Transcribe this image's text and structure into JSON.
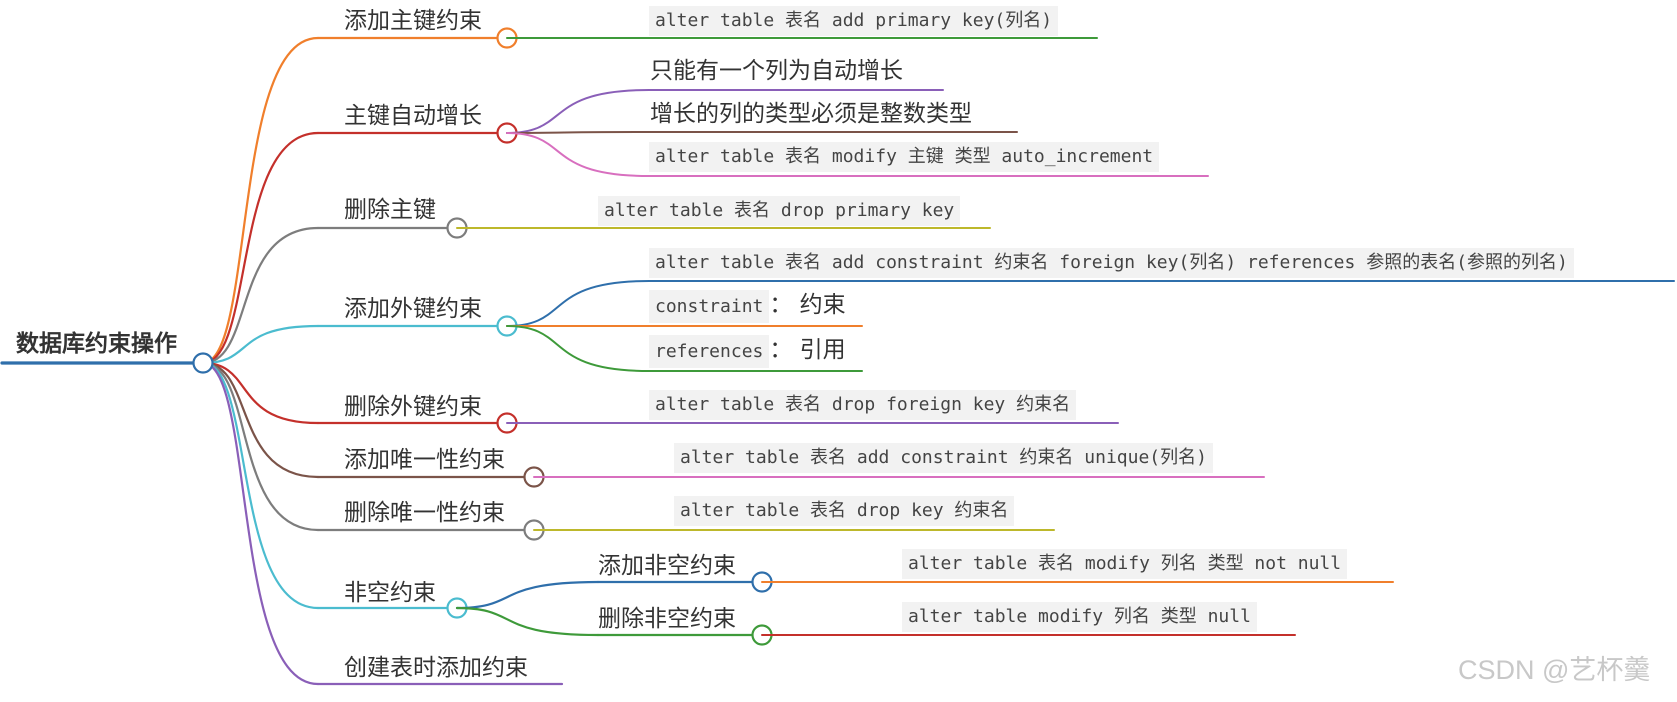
{
  "root": {
    "label": "数据库约束操作",
    "color": "#2f6fab"
  },
  "branches": [
    {
      "label": "添加主键约束",
      "color": "#f07f2c"
    },
    {
      "label": "主键自动增长",
      "color": "#c4302b"
    },
    {
      "label": "删除主键",
      "color": "#7d7d7d"
    },
    {
      "label": "添加外键约束",
      "color": "#4bbccf"
    },
    {
      "label": "删除外键约束",
      "color": "#c4302b"
    },
    {
      "label": "添加唯一性约束",
      "color": "#7b5449"
    },
    {
      "label": "删除唯一性约束",
      "color": "#7d7d7d"
    },
    {
      "label": "非空约束",
      "color": "#4bbccf"
    },
    {
      "label": "创建表时添加约束",
      "color": "#8a5fb8"
    }
  ],
  "subbranches": [
    {
      "label": "添加非空约束",
      "color": "#2f6fab"
    },
    {
      "label": "删除非空约束",
      "color": "#3e9a3a"
    }
  ],
  "leaves": [
    {
      "code": "alter table 表名 add primary key(列名)",
      "color": "#3e9a3a"
    },
    {
      "text": "只能有一个列为自动增长",
      "color": "#8a5fb8"
    },
    {
      "text": "增长的列的类型必须是整数类型",
      "color": "#7b5449"
    },
    {
      "code": "alter table 表名 modify 主键 类型 auto_increment",
      "color": "#d86fbf"
    },
    {
      "code": "alter table 表名 drop primary key",
      "color": "#bdb82b"
    },
    {
      "code": "alter table 表名 add constraint 约束名 foreign key(列名) references 参照的表名(参照的列名)",
      "color": "#2f6fab"
    },
    {
      "code": "constraint",
      "text": "： 约束",
      "color": "#f07f2c"
    },
    {
      "code": "references",
      "text": "： 引用",
      "color": "#3e9a3a"
    },
    {
      "code": "alter table 表名 drop foreign key 约束名",
      "color": "#8a5fb8"
    },
    {
      "code": "alter table 表名 add constraint 约束名 unique(列名)",
      "color": "#d86fbf"
    },
    {
      "code": "alter table 表名 drop key 约束名",
      "color": "#bdb82b"
    },
    {
      "code": "alter table 表名 modify 列名 类型 not null",
      "color": "#f07f2c"
    },
    {
      "code": "alter table modify 列名 类型 null",
      "color": "#c4302b"
    }
  ],
  "watermark": "CSDN @艺杯羹"
}
